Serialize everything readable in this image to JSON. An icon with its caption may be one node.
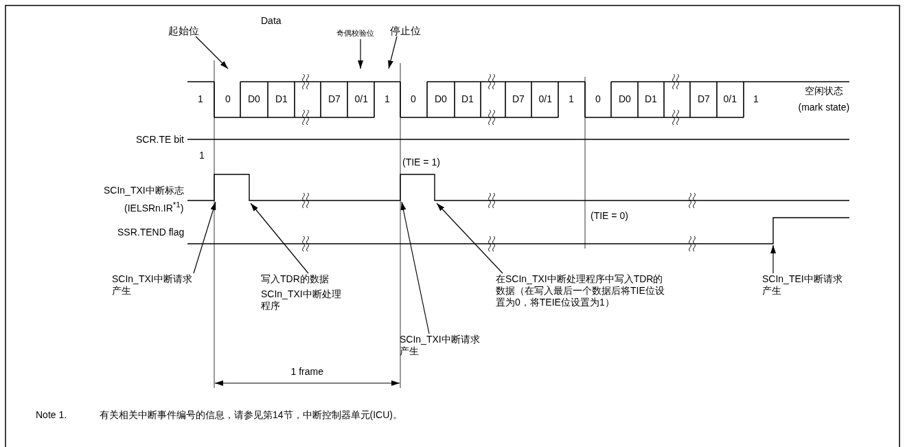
{
  "diagram": {
    "nodes": [
      {
        "text": [
          "起始位"
        ]
      },
      {
        "text": [
          "奇偶校验位"
        ]
      },
      {
        "text": [
          "停止位"
        ]
      },
      {
        "text": [
          "SCIn_TXI中断请求产生"
        ]
      },
      {
        "text": [
          "写入TDR的数据",
          "SCIn_TXI中断处理程序"
        ]
      },
      {
        "text": [
          "在SCIn_TXI中断处理程序中写入TDR的数据（在写入最后一个数据后将TIE位设置为0，将TEIE位设置为1）"
        ]
      },
      {
        "text": [
          "SCIn_TEI中断请求产生"
        ]
      },
      {
        "text": [
          "SCIn_TXI中断请求产生"
        ]
      },
      {
        "text": [],
        "shape": "line"
      },
      {
        "text": [],
        "shape": "line"
      },
      {
        "text": [],
        "shape": "line"
      }
    ],
    "edges": [
      {
        "from": 0,
        "to": 8,
        "arrow": "to"
      },
      {
        "from": 1,
        "to": 8,
        "arrow": "to"
      },
      {
        "from": 2,
        "to": 8,
        "arrow": "to"
      },
      {
        "from": 3,
        "to": 9,
        "arrow": "to"
      },
      {
        "from": 4,
        "to": 9,
        "arrow": "to"
      },
      {
        "from": 5,
        "to": 9,
        "arrow": "to"
      },
      {
        "from": 6,
        "to": 10,
        "arrow": "to"
      },
      {
        "from": 7,
        "to": 9,
        "arrow": "to"
      }
    ],
    "labels": [
      "Data",
      "1",
      "0",
      "D0",
      "D1",
      "D7",
      "0/1",
      "1",
      "0",
      "D0",
      "D1",
      "D7",
      "0/1",
      "1",
      "0",
      "D0",
      "D1",
      "D7",
      "0/1",
      "1",
      "空闲状态",
      "(mark state)",
      "SCR.TE bit",
      "1",
      "SCIn_TXI中断标志",
      "(IELSRn.IR$^{*1}$)",
      "(TIE = 1)",
      "(TIE = 0)",
      "SSR.TEND flag",
      "1 frame",
      "Note 1.",
      "有关相关中断事件编号的信息，请参见第14节，中断控制器单元(ICU)。"
    ]
  }
}
